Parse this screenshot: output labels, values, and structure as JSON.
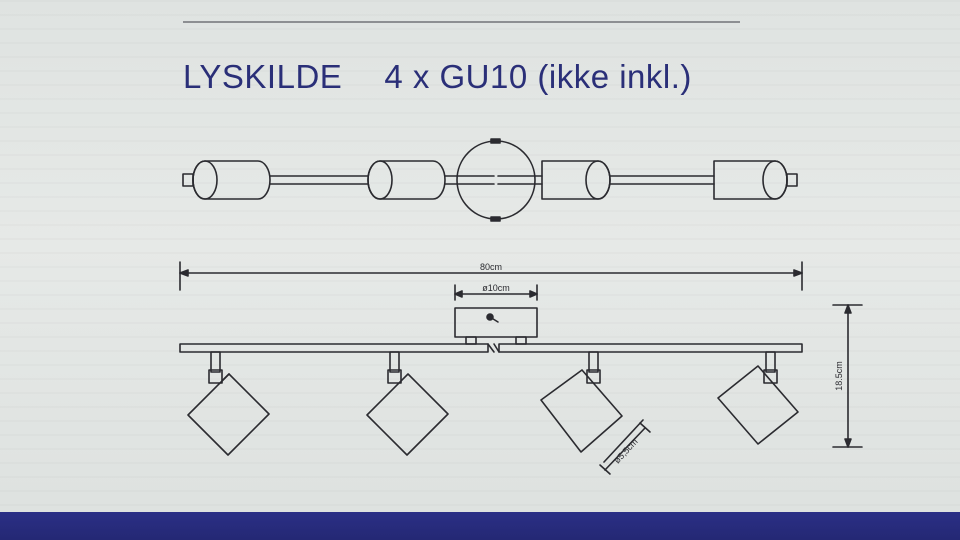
{
  "label": {
    "heading_left": "LYSKILDE",
    "heading_right": "4 x GU10 (ikke inkl.)"
  },
  "dimensions": {
    "total_length": "80cm",
    "base_diameter": "ø10cm",
    "height": "18.5cm",
    "spot_diameter": "ø5,5cm"
  },
  "colors": {
    "heading_text": "#2a2f78",
    "line_drawing": "#2b2b30",
    "bottom_band": "#2b2f86",
    "background": "#e3e6e4"
  }
}
